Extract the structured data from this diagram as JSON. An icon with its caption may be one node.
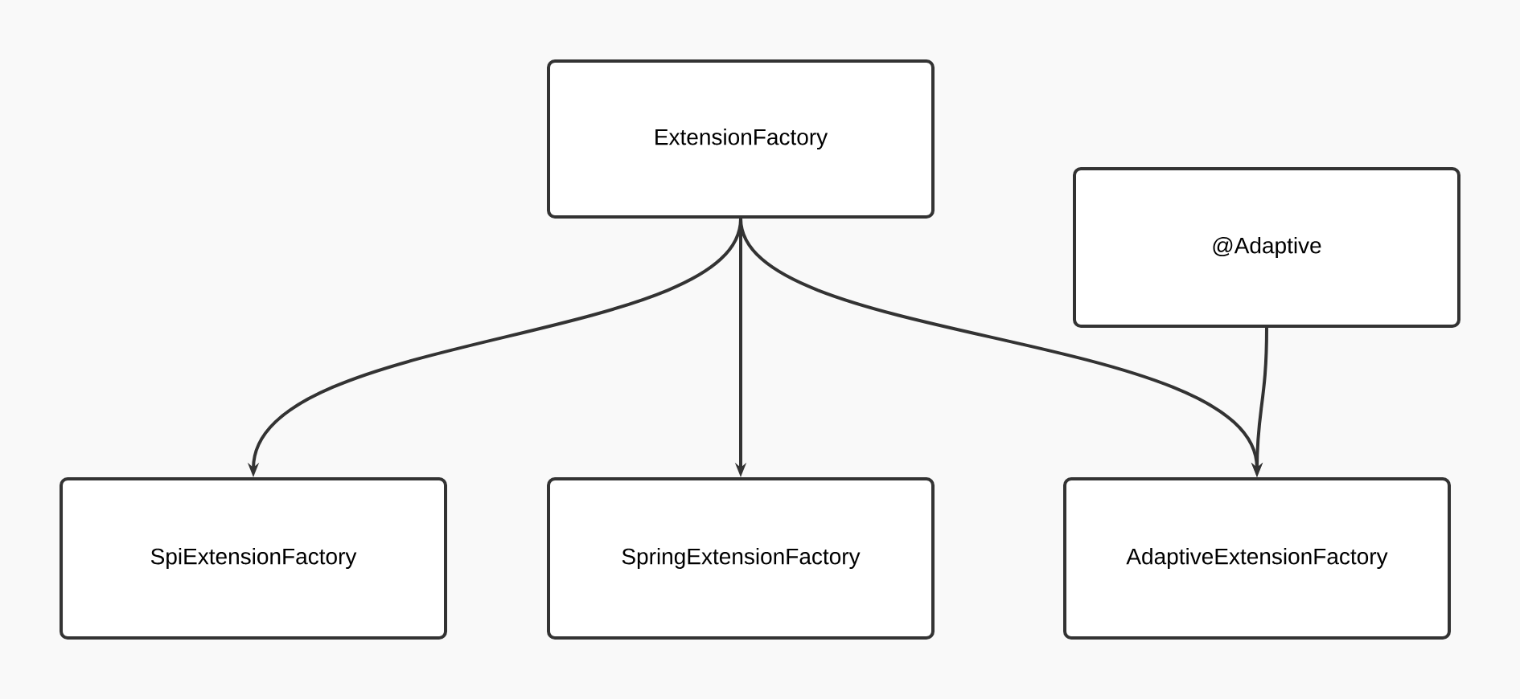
{
  "diagram": {
    "nodes": [
      {
        "text": [
          "ExtensionFactory"
        ]
      },
      {
        "text": [
          "@Adaptive"
        ]
      },
      {
        "text": [
          "SpiExtensionFactory"
        ]
      },
      {
        "text": [
          "SpringExtensionFactory"
        ]
      },
      {
        "text": [
          "AdaptiveExtensionFactory"
        ]
      }
    ],
    "edges": [
      {
        "from": 0,
        "to": 2,
        "arrow": "to"
      },
      {
        "from": 0,
        "to": 3,
        "arrow": "to"
      },
      {
        "from": 0,
        "to": 4,
        "arrow": "to"
      },
      {
        "from": 1,
        "to": 4,
        "arrow": "to"
      }
    ]
  }
}
